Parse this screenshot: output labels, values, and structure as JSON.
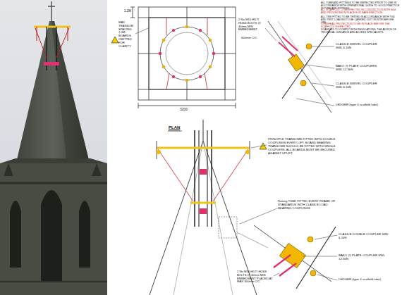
{
  "diagram": {
    "labels": [
      "MAX TRANSOM SPACING 1.0M. BOARDS OMITTED FOR CLARITY",
      "1.2M",
      "3200",
      "PLAN",
      "2 No M10 HILTI HUSS BOLTS @ 40mm MIN EMBEDMENT",
      "600mm C/C",
      "CLASS B SWIVEL COUPLER SWL 6.1kN",
      "BAKO @ PLATE COUPLERS SWL 12.5kN",
      "CLASS B SWIVEL COUPLER SWL 6.1kN",
      "LEDGER (type 4 scaffold tube)",
      "ALL TUBE AND FITTINGS TO BE INSPECTED PRIOR TO USE IN ACCORDANCE WITH OPERATIONAL GUIDE TO GOOD PRACTICE IN TUBE AND FITTINGS.",
      "ALL SCAFFOLD TO BE ERECTED IN CONJUNCTION WITH SG4 AND PROVISIONS IN PLACE FOR SAFE ERECTION.",
      "ALL TIES FITTED TO BE TESTED IN ACCORDANCE WITH TG4 AND TEST LOADING TO BE CARRIED OUT ON SITE BEFORE USE.",
      "OVERHEAD PROTECTION TO BE IN PLACE BEFORE THE SCAFFOLD IS ERECTED.",
      "SCAFFOLD TO COMPLY WITH REGULATIONS, THE ADVICE OF TECHNICAL GUIDANCE AND ACCESS SPECIALISTS.",
      "PRINCIPLE TRANSOMS FITTED WITH DOUBLE COUPLINGS EVERY LIFT. BOARD BEARING TRANSOMS SHOULD BE FITTED WITH SINGLE COUPLERS. ALL BOARDS MUST BE SECURED AGAINST UPLIFT.",
      "Raking TUBE FITTED EVERY FRAME OF STANDARDS WITH CLASS B LOAD BEARING COUPLINGS",
      "CLASS B DOUBLE COUPLER SWL 6.1kN",
      "BAKO @ PLATE COUPLER SWL 12.5kN",
      "LEDGER (type 4 scaffold tube)",
      "2 No M10 HILTI HUSS BOLTS @ 40mm MIN EMBEDMENT PLACED AT MAX 300mm C/C"
    ]
  }
}
